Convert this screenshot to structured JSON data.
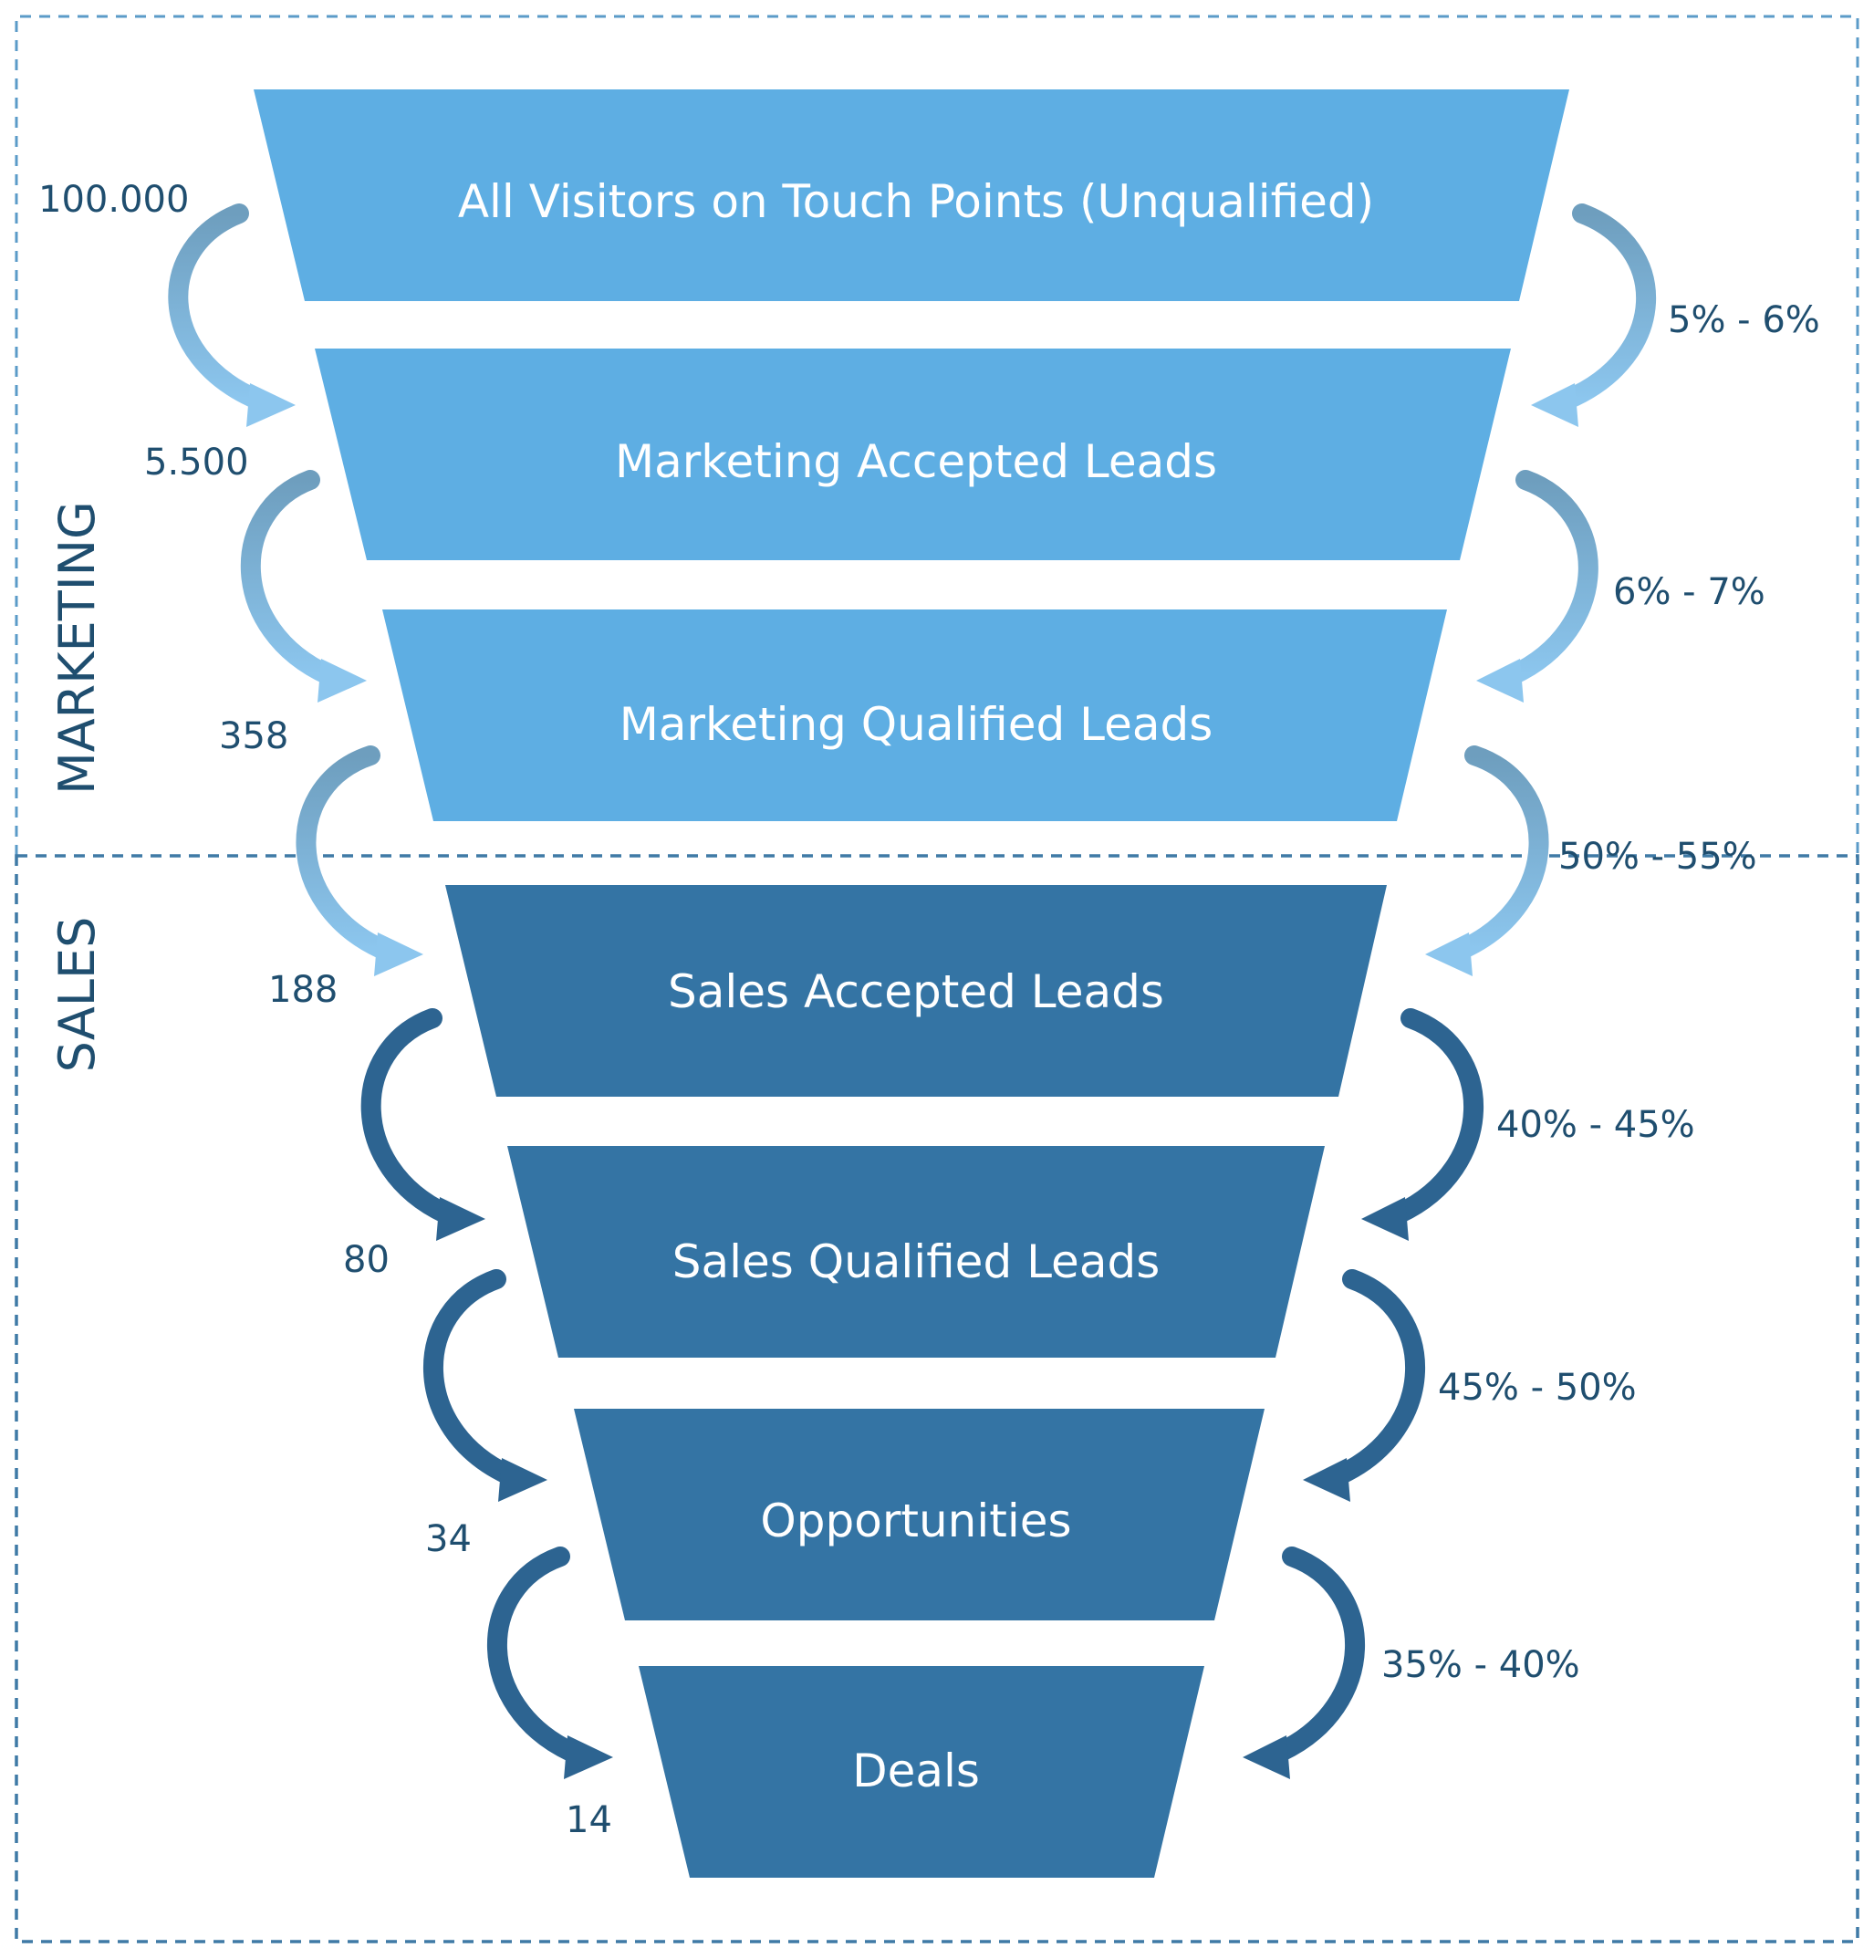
{
  "sections": [
    {
      "label": "MARKETING"
    },
    {
      "label": "SALES"
    }
  ],
  "stages": [
    {
      "label": "All Visitors on Touch Points (Unqualified)",
      "section": "marketing"
    },
    {
      "label": "Marketing Accepted Leads",
      "section": "marketing"
    },
    {
      "label": "Marketing Qualified Leads",
      "section": "marketing"
    },
    {
      "label": "Sales Accepted Leads",
      "section": "sales"
    },
    {
      "label": "Sales Qualified Leads",
      "section": "sales"
    },
    {
      "label": "Opportunities",
      "section": "sales"
    },
    {
      "label": "Deals",
      "section": "sales"
    }
  ],
  "counts": [
    "100.000",
    "5.500",
    "358",
    "188",
    "80",
    "34",
    "14"
  ],
  "rates": [
    "5% - 6%",
    "6% - 7%",
    "50% - 55%",
    "40% - 45%",
    "45% - 50%",
    "35% - 40%"
  ],
  "colors": {
    "marketing_fill": "#5eaee3",
    "sales_fill": "#3474a4",
    "marketing_arrow_top": "#6e9ebe",
    "marketing_arrow_bottom": "#8cc6ee",
    "sales_arrow": "#2d6491",
    "border": "#5b9bc8",
    "text_dark": "#1f4e6f"
  }
}
